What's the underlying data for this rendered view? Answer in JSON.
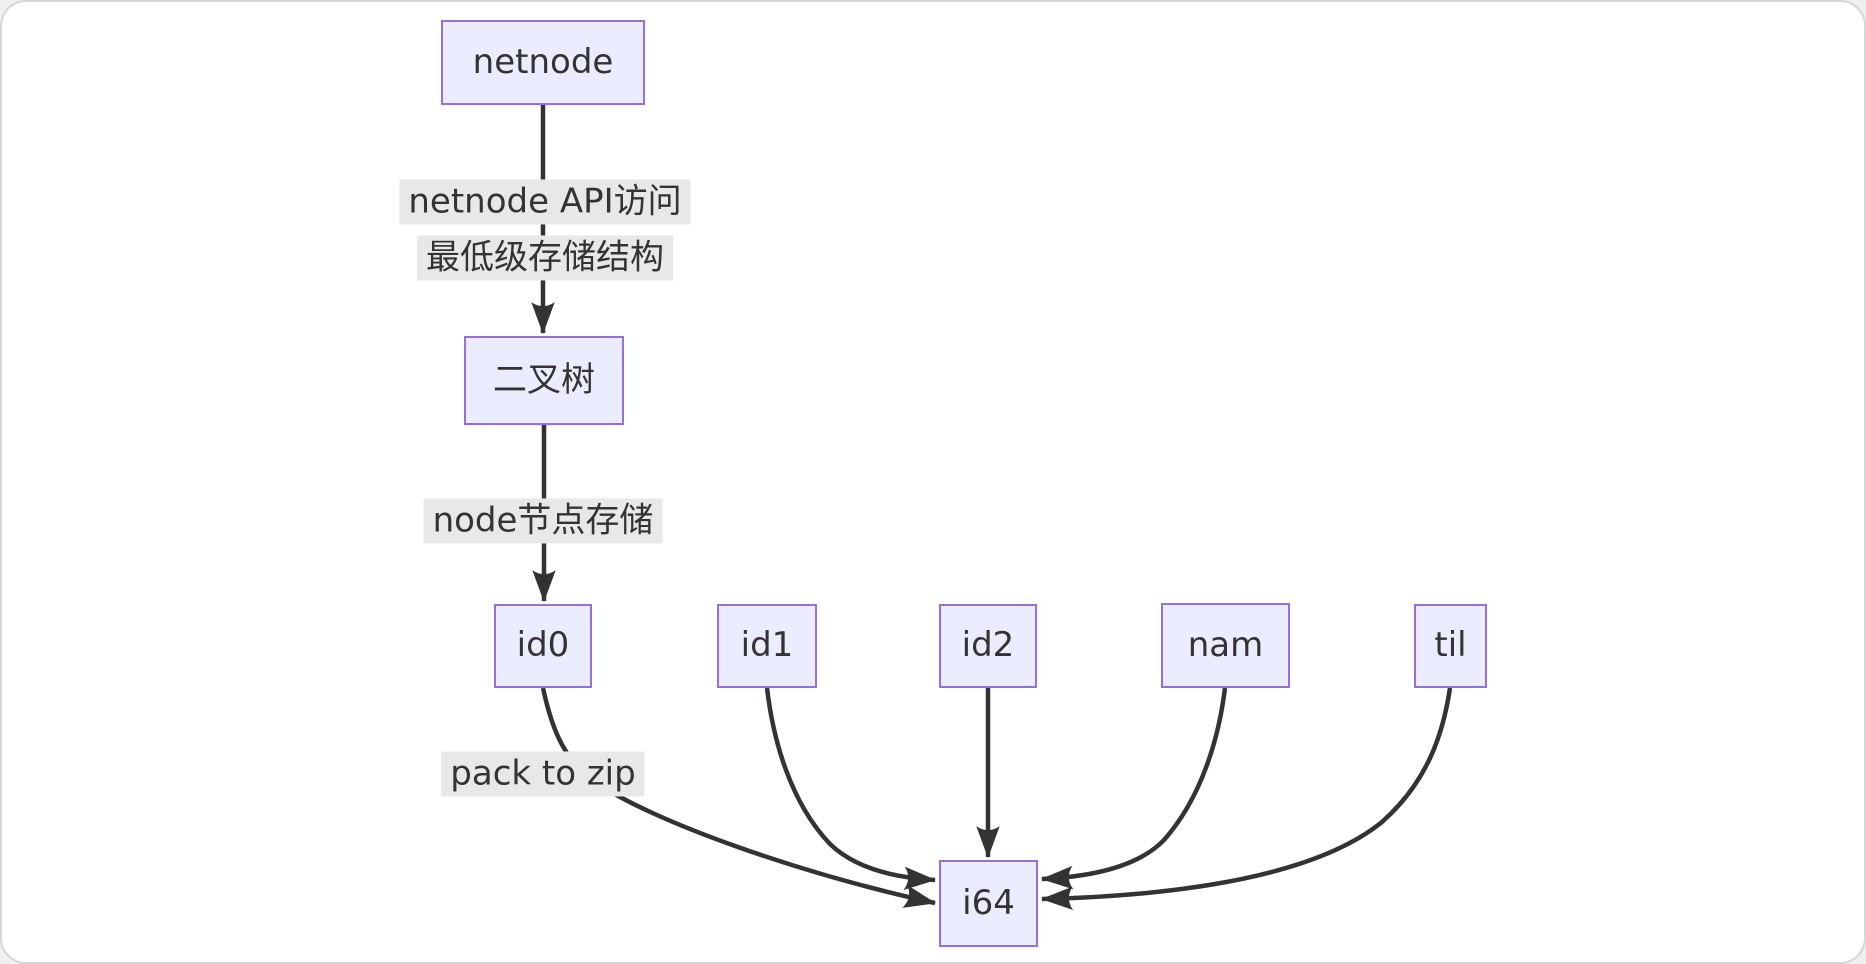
{
  "diagram": {
    "type": "flowchart",
    "direction": "top-down",
    "colors": {
      "node_fill": "#ECECFF",
      "node_border": "#9370DB",
      "edge_stroke": "#333333",
      "edge_label_bg": "#e8e8e8",
      "text": "#333333",
      "canvas_bg": "#ffffff"
    },
    "nodes": [
      {
        "id": "netnode",
        "label": "netnode"
      },
      {
        "id": "binary-tree",
        "label": "二叉树"
      },
      {
        "id": "id0",
        "label": "id0"
      },
      {
        "id": "id1",
        "label": "id1"
      },
      {
        "id": "id2",
        "label": "id2"
      },
      {
        "id": "nam",
        "label": "nam"
      },
      {
        "id": "til",
        "label": "til"
      },
      {
        "id": "i64",
        "label": "i64"
      }
    ],
    "edges": [
      {
        "from": "netnode",
        "to": "binary-tree",
        "label_lines": [
          "netnode API访问",
          "最低级存储结构"
        ]
      },
      {
        "from": "binary-tree",
        "to": "id0",
        "label": "node节点存储"
      },
      {
        "from": "id0",
        "to": "i64",
        "label": "pack to zip"
      },
      {
        "from": "id1",
        "to": "i64"
      },
      {
        "from": "id2",
        "to": "i64"
      },
      {
        "from": "nam",
        "to": "i64"
      },
      {
        "from": "til",
        "to": "i64"
      }
    ]
  }
}
